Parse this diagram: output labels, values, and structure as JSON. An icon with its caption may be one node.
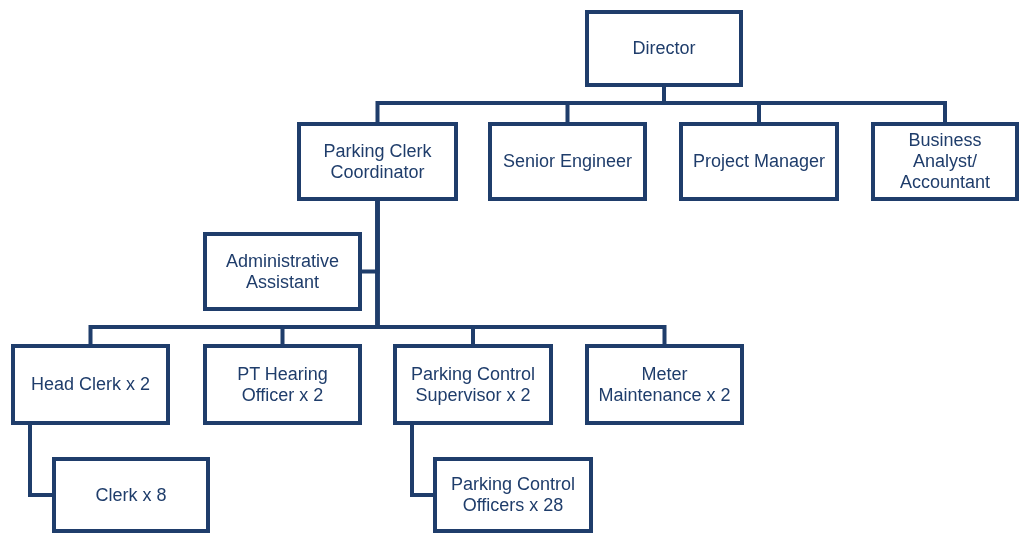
{
  "diagram": {
    "nodes": [
      {
        "text": [
          "Director"
        ]
      },
      {
        "text": [
          "Parking Clerk Coordinator"
        ]
      },
      {
        "text": [
          "Senior Engineer"
        ]
      },
      {
        "text": [
          "Project Manager"
        ]
      },
      {
        "text": [
          "Business Analyst/ Accountant"
        ]
      },
      {
        "text": [
          "Administrative Assistant"
        ]
      },
      {
        "text": [
          "Head Clerk x 2"
        ]
      },
      {
        "text": [
          "PT Hearing Officer x 2"
        ]
      },
      {
        "text": [
          "Parking Control Supervisor x 2"
        ]
      },
      {
        "text": [
          "Meter Maintenance x 2"
        ]
      },
      {
        "text": [
          "Clerk x 8"
        ]
      },
      {
        "text": [
          "Parking Control Officers x 28"
        ]
      }
    ],
    "edges": [
      {
        "from": 0,
        "to": 1,
        "arrow": "none"
      },
      {
        "from": 0,
        "to": 2,
        "arrow": "none"
      },
      {
        "from": 0,
        "to": 3,
        "arrow": "none"
      },
      {
        "from": 0,
        "to": 4,
        "arrow": "none"
      },
      {
        "from": 1,
        "to": 5,
        "arrow": "none"
      },
      {
        "from": 1,
        "to": 6,
        "arrow": "none"
      },
      {
        "from": 1,
        "to": 7,
        "arrow": "none"
      },
      {
        "from": 1,
        "to": 8,
        "arrow": "none"
      },
      {
        "from": 1,
        "to": 9,
        "arrow": "none"
      },
      {
        "from": 6,
        "to": 10,
        "arrow": "none"
      },
      {
        "from": 8,
        "to": 11,
        "arrow": "none"
      }
    ]
  }
}
